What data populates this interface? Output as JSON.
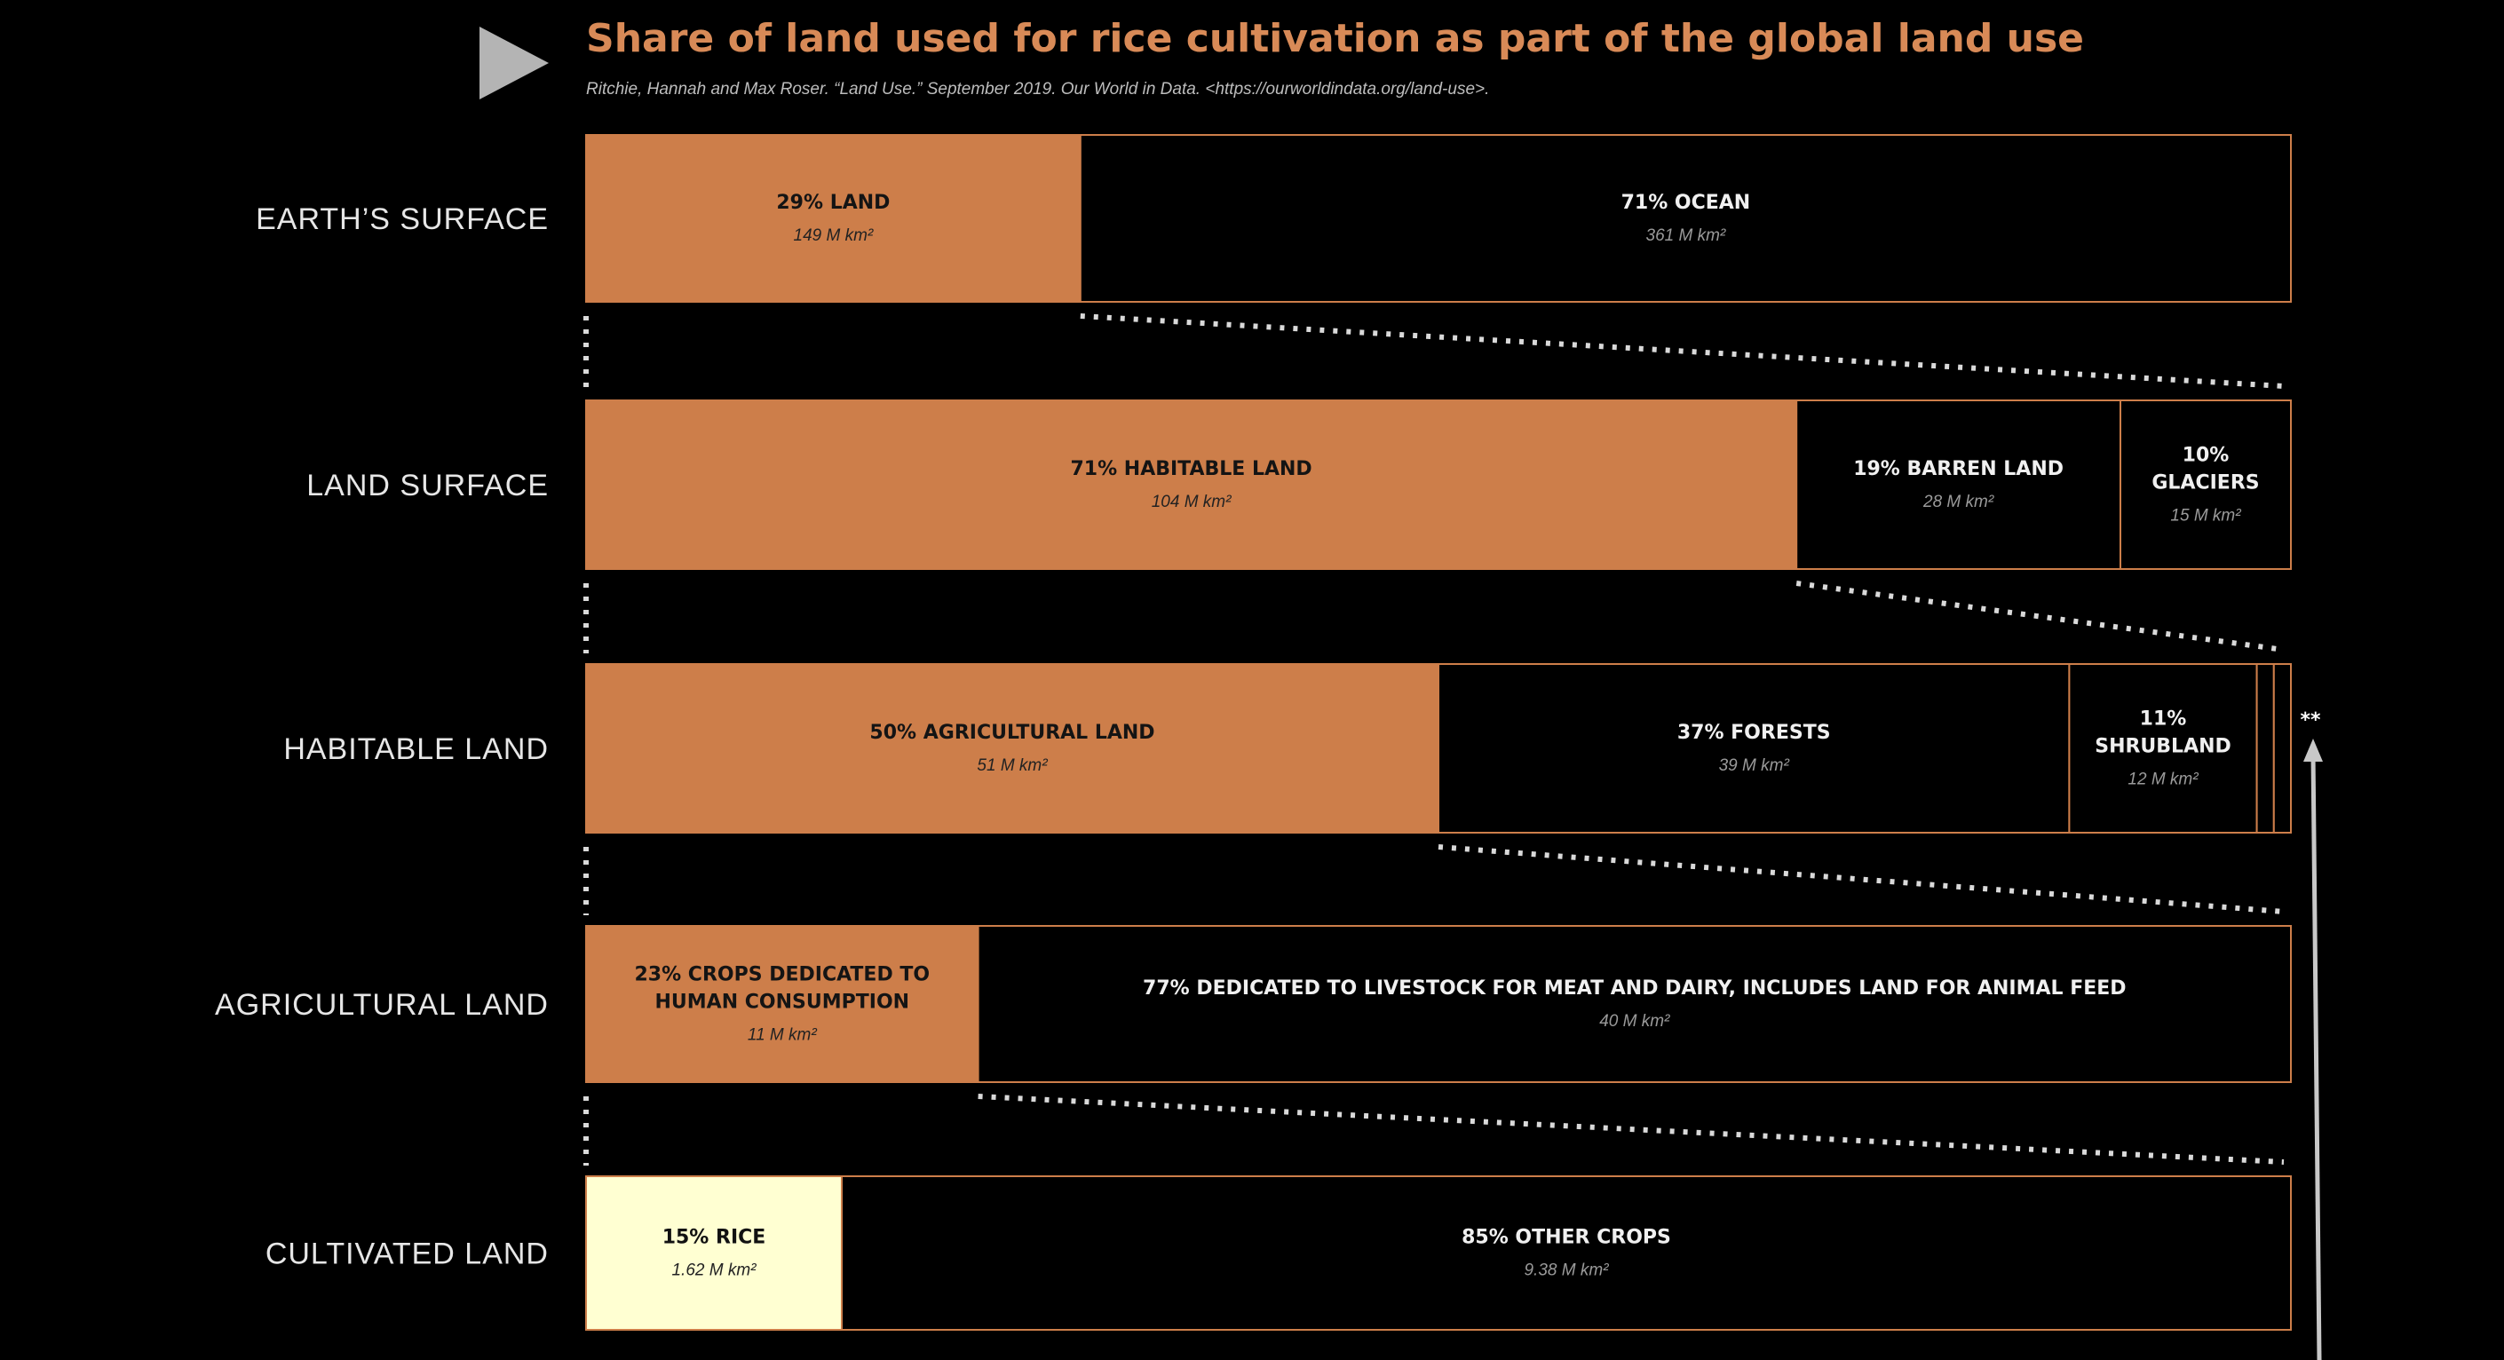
{
  "title": "Share  of land used for rice cultivation as part of the global land use",
  "source": "Ritchie, Hannah and Max Roser. “Land Use.” September 2019. Our World in Data. <https://ourworldindata.org/land-use>.",
  "colors": {
    "background": "#000000",
    "accent": "#cd7e4a",
    "highlight": "#ffffd2",
    "title": "#d88a57",
    "source": "#bdbdbd",
    "value_on_dark": "#9a9a9a",
    "value_on_light": "#222222",
    "play_icon": "#b4b4b4",
    "arrow": "#c8c8c8"
  },
  "play_icon": "play-icon",
  "note": "**",
  "chart_data": {
    "type": "bar",
    "orientation": "horizontal-stacked-100",
    "rows": [
      {
        "label": "EARTH’S SURFACE",
        "segments": [
          {
            "lines": [
              "29% LAND"
            ],
            "value": "149 M km²",
            "share": 29,
            "km2_millions": 149,
            "style": "accent"
          },
          {
            "lines": [
              "71% OCEAN"
            ],
            "value": "361 M km²",
            "share": 71,
            "km2_millions": 361,
            "style": "dark"
          }
        ]
      },
      {
        "label": "LAND SURFACE",
        "segments": [
          {
            "lines": [
              "71% HABITABLE LAND"
            ],
            "value": "104 M km²",
            "share": 71,
            "km2_millions": 104,
            "style": "accent"
          },
          {
            "lines": [
              "19% BARREN LAND"
            ],
            "value": "28 M km²",
            "share": 19,
            "km2_millions": 28,
            "style": "dark"
          },
          {
            "lines": [
              "10%",
              "GLACIERS"
            ],
            "value": "15 M km²",
            "share": 10,
            "km2_millions": 15,
            "style": "dark"
          }
        ]
      },
      {
        "label": "HABITABLE LAND",
        "segments": [
          {
            "lines": [
              "50% AGRICULTURAL LAND"
            ],
            "value": "51 M km²",
            "share": 50,
            "km2_millions": 51,
            "style": "accent"
          },
          {
            "lines": [
              "37% FORESTS"
            ],
            "value": "39 M km²",
            "share": 37,
            "km2_millions": 39,
            "style": "dark"
          },
          {
            "lines": [
              "11%",
              "SHRUBLAND"
            ],
            "value": "12 M km²",
            "share": 11,
            "km2_millions": 12,
            "style": "dark"
          },
          {
            "lines": [],
            "value": "",
            "share": 1,
            "style": "dark"
          },
          {
            "lines": [],
            "value": "",
            "share": 1,
            "style": "dark"
          }
        ]
      },
      {
        "label": "AGRICULTURAL LAND",
        "segments": [
          {
            "lines": [
              "23% CROPS DEDICATED TO",
              "HUMAN CONSUMPTION"
            ],
            "value": "11 M km²",
            "share": 23,
            "km2_millions": 11,
            "style": "accent"
          },
          {
            "lines": [
              "77% DEDICATED TO LIVESTOCK FOR MEAT AND DAIRY, INCLUDES LAND FOR ANIMAL FEED"
            ],
            "value": "40 M km²",
            "share": 77,
            "km2_millions": 40,
            "style": "dark"
          }
        ]
      },
      {
        "label": "CULTIVATED LAND",
        "segments": [
          {
            "lines": [
              "15% RICE"
            ],
            "value": "1.62 M km²",
            "share": 15,
            "km2_millions": 1.62,
            "style": "highlight"
          },
          {
            "lines": [
              "85% OTHER CROPS"
            ],
            "value": "9.38 M km²",
            "share": 85,
            "km2_millions": 9.38,
            "style": "dark"
          }
        ]
      }
    ]
  }
}
